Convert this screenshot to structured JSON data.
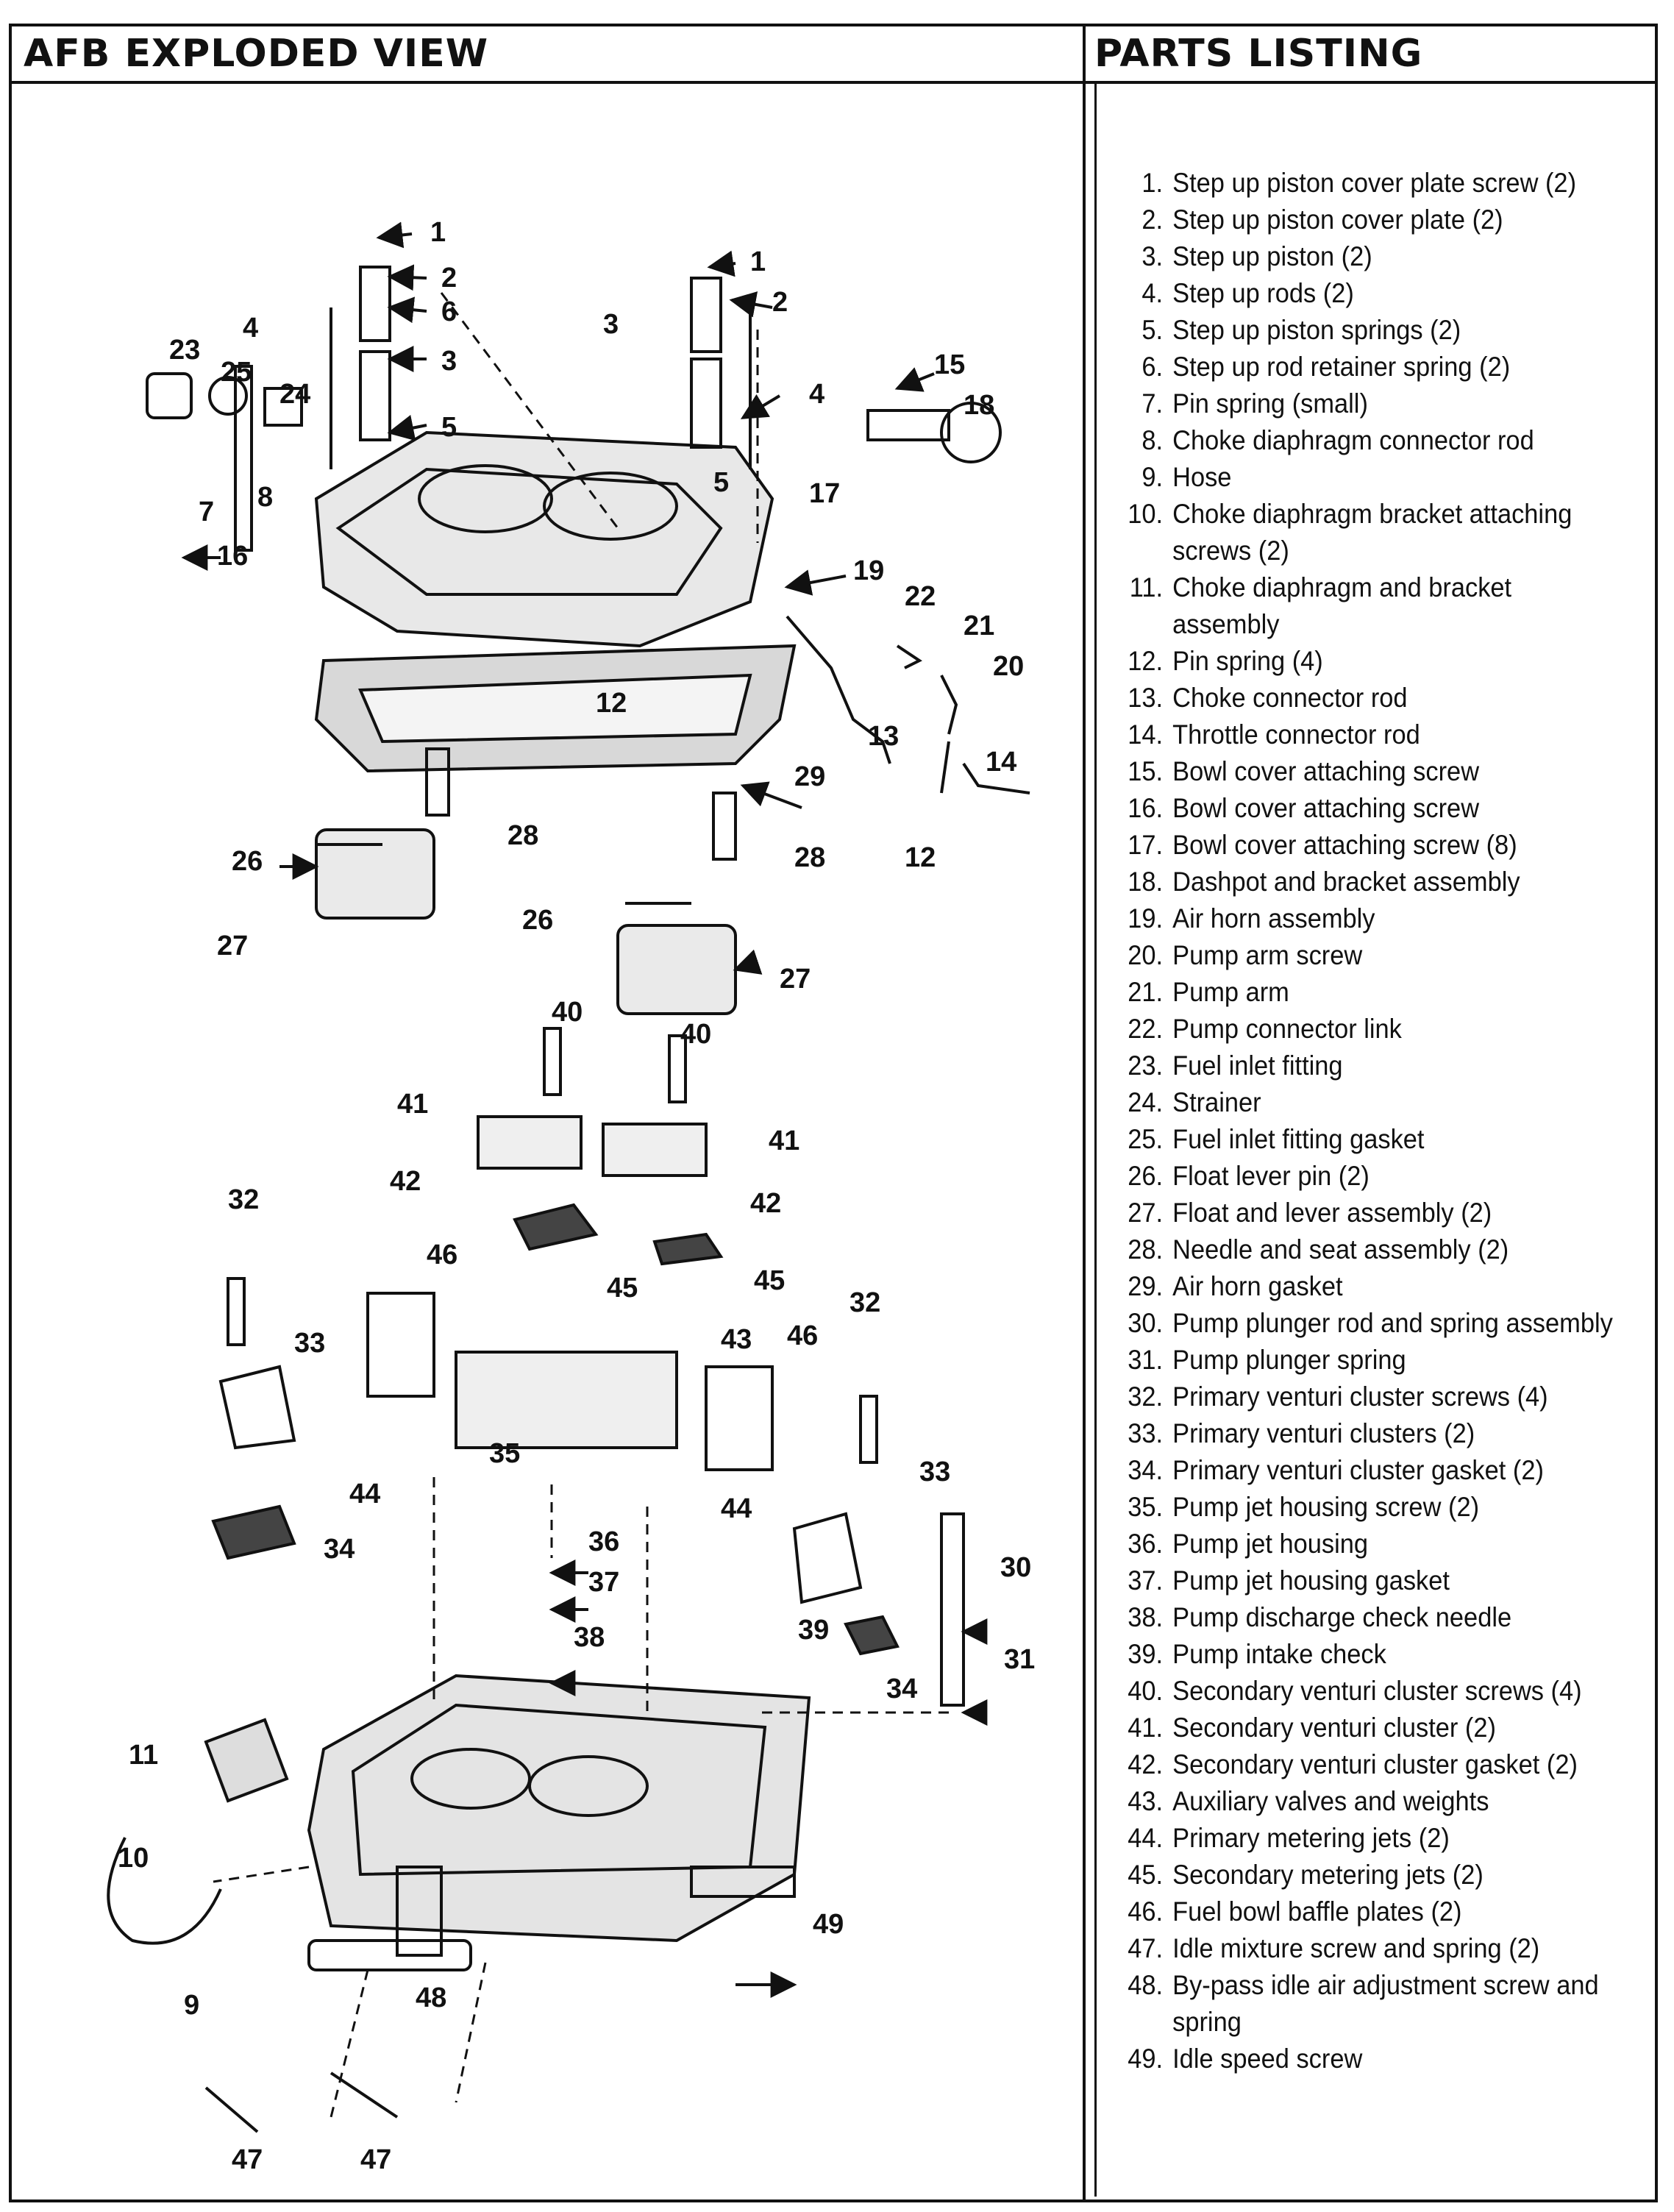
{
  "headers": {
    "left_title": "AFB EXPLODED VIEW",
    "right_title": "PARTS LISTING"
  },
  "parts": [
    {
      "num": "1.",
      "text": "Step up piston cover plate screw (2)"
    },
    {
      "num": "2.",
      "text": "Step up piston cover plate (2)"
    },
    {
      "num": "3.",
      "text": "Step up piston (2)"
    },
    {
      "num": "4.",
      "text": "Step up rods (2)"
    },
    {
      "num": "5.",
      "text": "Step up piston springs (2)"
    },
    {
      "num": "6.",
      "text": "Step up rod retainer spring (2)"
    },
    {
      "num": "7.",
      "text": "Pin spring (small)"
    },
    {
      "num": "8.",
      "text": "Choke diaphragm connector rod"
    },
    {
      "num": "9.",
      "text": "Hose"
    },
    {
      "num": "10.",
      "text": "Choke diaphragm bracket attaching screws (2)"
    },
    {
      "num": "11.",
      "text": "Choke diaphragm and bracket assembly"
    },
    {
      "num": "12.",
      "text": "Pin spring (4)"
    },
    {
      "num": "13.",
      "text": "Choke connector rod"
    },
    {
      "num": "14.",
      "text": "Throttle connector rod"
    },
    {
      "num": "15.",
      "text": "Bowl cover attaching screw"
    },
    {
      "num": "16.",
      "text": "Bowl cover attaching screw"
    },
    {
      "num": "17.",
      "text": "Bowl cover attaching screw (8)"
    },
    {
      "num": "18.",
      "text": "Dashpot and bracket assembly"
    },
    {
      "num": "19.",
      "text": "Air horn assembly"
    },
    {
      "num": "20.",
      "text": "Pump arm screw"
    },
    {
      "num": "21.",
      "text": "Pump arm"
    },
    {
      "num": "22.",
      "text": "Pump connector link"
    },
    {
      "num": "23.",
      "text": "Fuel inlet fitting"
    },
    {
      "num": "24.",
      "text": "Strainer"
    },
    {
      "num": "25.",
      "text": "Fuel inlet fitting gasket"
    },
    {
      "num": "26.",
      "text": "Float lever pin (2)"
    },
    {
      "num": "27.",
      "text": "Float and lever assembly (2)"
    },
    {
      "num": "28.",
      "text": "Needle and seat assembly (2)"
    },
    {
      "num": "29.",
      "text": "Air horn gasket"
    },
    {
      "num": "30.",
      "text": "Pump plunger rod and spring assembly"
    },
    {
      "num": "31.",
      "text": "Pump plunger spring"
    },
    {
      "num": "32.",
      "text": "Primary venturi cluster screws (4)"
    },
    {
      "num": "33.",
      "text": "Primary venturi clusters (2)"
    },
    {
      "num": "34.",
      "text": "Primary venturi cluster gasket (2)"
    },
    {
      "num": "35.",
      "text": "Pump jet housing screw (2)"
    },
    {
      "num": "36.",
      "text": "Pump jet housing"
    },
    {
      "num": "37.",
      "text": "Pump jet housing gasket"
    },
    {
      "num": "38.",
      "text": "Pump discharge check needle"
    },
    {
      "num": "39.",
      "text": "Pump intake check"
    },
    {
      "num": "40.",
      "text": "Secondary venturi cluster screws (4)"
    },
    {
      "num": "41.",
      "text": "Secondary venturi cluster (2)"
    },
    {
      "num": "42.",
      "text": "Secondary venturi cluster gasket (2)"
    },
    {
      "num": "43.",
      "text": "Auxiliary valves and weights"
    },
    {
      "num": "44.",
      "text": "Primary metering jets (2)"
    },
    {
      "num": "45.",
      "text": "Secondary metering jets (2)"
    },
    {
      "num": "46.",
      "text": "Fuel bowl baffle plates (2)"
    },
    {
      "num": "47.",
      "text": "Idle mixture screw and spring (2)"
    },
    {
      "num": "48.",
      "text": "By-pass idle air adjustment screw and spring"
    },
    {
      "num": "49.",
      "text": "Idle speed screw"
    }
  ],
  "callouts": [
    "1",
    "2",
    "6",
    "3",
    "4",
    "5",
    "23",
    "25",
    "24",
    "8",
    "7",
    "16",
    "15",
    "18",
    "17",
    "19",
    "22",
    "21",
    "20",
    "12",
    "13",
    "14",
    "29",
    "28",
    "26",
    "27",
    "40",
    "41",
    "42",
    "32",
    "46",
    "45",
    "33",
    "43",
    "35",
    "44",
    "36",
    "37",
    "38",
    "39",
    "34",
    "30",
    "31",
    "11",
    "10",
    "49",
    "9",
    "48",
    "47"
  ]
}
